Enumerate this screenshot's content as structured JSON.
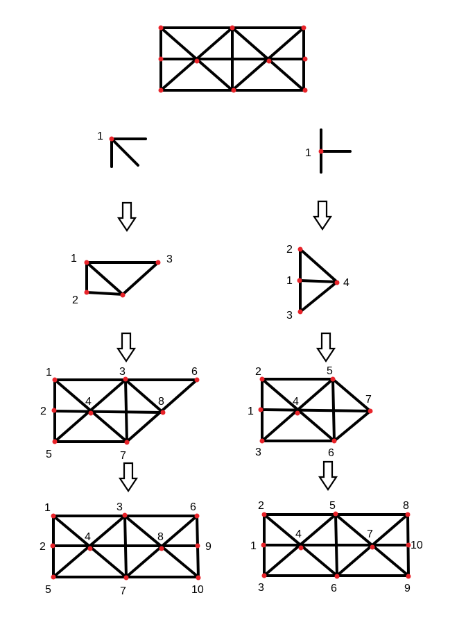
{
  "colors": {
    "edge": "#000000",
    "node": "#e8242a",
    "background": "#ffffff"
  },
  "diagrams": [
    {
      "id": "full-truss",
      "labels": []
    },
    {
      "id": "left-seed-corner",
      "labels": [
        "1"
      ]
    },
    {
      "id": "right-seed-t",
      "labels": [
        "1"
      ]
    },
    {
      "id": "left-step-1",
      "labels": [
        "1",
        "2",
        "3"
      ]
    },
    {
      "id": "right-step-1",
      "labels": [
        "2",
        "1",
        "4",
        "3"
      ]
    },
    {
      "id": "left-step-2",
      "labels": [
        "1",
        "3",
        "6",
        "2",
        "4",
        "8",
        "5",
        "7"
      ]
    },
    {
      "id": "right-step-2",
      "labels": [
        "2",
        "5",
        "1",
        "4",
        "7",
        "3",
        "6"
      ]
    },
    {
      "id": "left-step-3",
      "labels": [
        "1",
        "3",
        "6",
        "2",
        "4",
        "8",
        "9",
        "5",
        "7",
        "10"
      ]
    },
    {
      "id": "right-step-3",
      "labels": [
        "2",
        "5",
        "8",
        "1",
        "4",
        "7",
        "10",
        "3",
        "6",
        "9"
      ]
    }
  ],
  "arrows": [
    "down-arrow",
    "down-arrow",
    "down-arrow",
    "down-arrow",
    "down-arrow",
    "down-arrow"
  ]
}
